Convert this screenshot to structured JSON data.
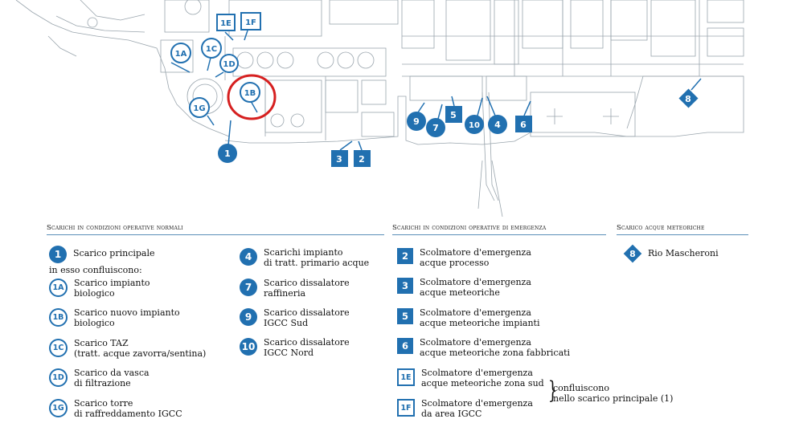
{
  "colors": {
    "accent": "#2170b0",
    "highlight": "#d62020",
    "map_lines": "#9aa5ad"
  },
  "map_markers": {
    "m1": "1",
    "m2": "2",
    "m3": "3",
    "m4": "4",
    "m5": "5",
    "m6": "6",
    "m7": "7",
    "m8": "8",
    "m9": "9",
    "m10": "10",
    "m1A": "1A",
    "m1B": "1B",
    "m1C": "1C",
    "m1D": "1D",
    "m1E": "1E",
    "m1F": "1F",
    "m1G": "1G"
  },
  "sections": {
    "normal": "Scarichi in condizioni operative normali",
    "emergency": "Scarichi in condizioni operative di emergenza",
    "meteoric": "Scarico acque meteoriche"
  },
  "normal": {
    "main": {
      "symbol": "1",
      "text": "Scarico principale"
    },
    "note": "in esso confluiscono:",
    "sub": [
      {
        "symbol": "1A",
        "text": "Scarico impianto\nbiologico"
      },
      {
        "symbol": "1B",
        "text": "Scarico nuovo impianto\nbiologico"
      },
      {
        "symbol": "1C",
        "text": "Scarico TAZ\n(tratt. acque zavorra/sentina)"
      },
      {
        "symbol": "1D",
        "text": "Scarico da vasca\ndi filtrazione"
      },
      {
        "symbol": "1G",
        "text": "Scarico torre\ndi raffreddamento IGCC"
      }
    ],
    "right": [
      {
        "symbol": "4",
        "text": "Scarichi impianto\ndi tratt. primario acque"
      },
      {
        "symbol": "7",
        "text": "Scarico dissalatore\nraffineria"
      },
      {
        "symbol": "9",
        "text": "Scarico dissalatore\nIGCC Sud"
      },
      {
        "symbol": "10",
        "text": "Scarico dissalatore\nIGCC Nord"
      }
    ]
  },
  "emergency": [
    {
      "symbol": "2",
      "text": "Scolmatore d'emergenza\nacque processo"
    },
    {
      "symbol": "3",
      "text": "Scolmatore d'emergenza\nacque meteoriche"
    },
    {
      "symbol": "5",
      "text": "Scolmatore d'emergenza\nacque meteoriche impianti"
    },
    {
      "symbol": "6",
      "text": "Scolmatore d'emergenza\nacque meteoriche zona fabbricati"
    },
    {
      "symbol": "1E",
      "text": "Scolmatore d'emergenza\nacque meteoriche zona sud"
    },
    {
      "symbol": "1F",
      "text": "Scolmatore d'emergenza\nda area IGCC"
    }
  ],
  "confluence": {
    "brace": "}",
    "text": "confluiscono\nnello scarico principale (1)"
  },
  "meteoric": [
    {
      "symbol": "8",
      "text": "Rio Mascheroni"
    }
  ]
}
